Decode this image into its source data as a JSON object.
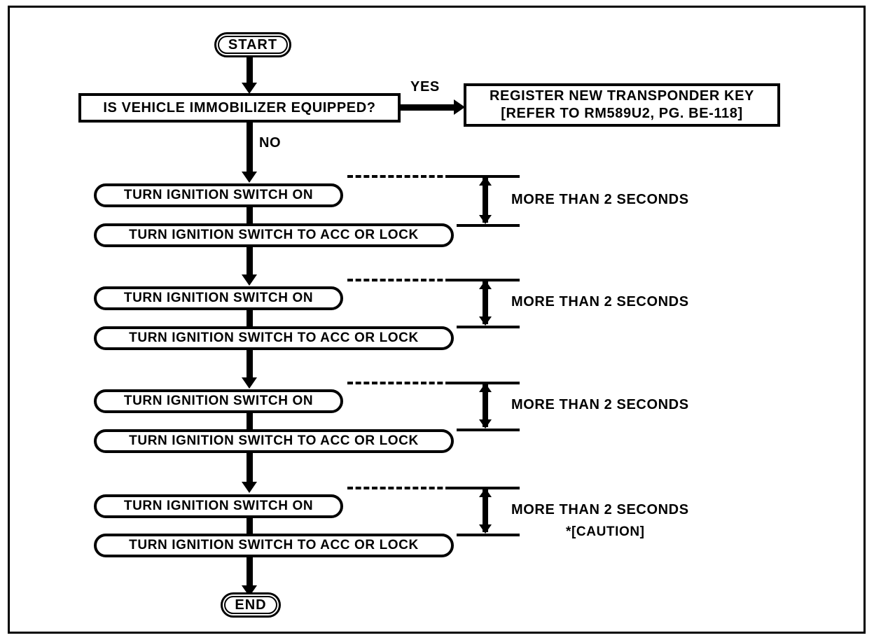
{
  "diagram": {
    "title": "Transponder Key / Ignition Switch Registration Flowchart",
    "frame_color": "#000000",
    "background_color": "#ffffff"
  },
  "nodes": {
    "start": {
      "label": "START",
      "type": "terminator"
    },
    "decision": {
      "label": "IS VEHICLE IMMOBILIZER EQUIPPED?",
      "type": "process-rect"
    },
    "register": {
      "line1": "REGISTER NEW TRANSPONDER KEY",
      "line2": "[REFER TO RM589U2, PG. BE-118]",
      "type": "process-rect"
    },
    "end": {
      "label": "END",
      "type": "terminator"
    }
  },
  "branches": {
    "yes": "YES",
    "no": "NO"
  },
  "steps": [
    {
      "on": "TURN IGNITION SWITCH ON",
      "off": "TURN IGNITION SWITCH TO ACC OR LOCK"
    },
    {
      "on": "TURN IGNITION SWITCH ON",
      "off": "TURN IGNITION SWITCH TO ACC OR LOCK"
    },
    {
      "on": "TURN IGNITION SWITCH ON",
      "off": "TURN IGNITION SWITCH TO ACC OR LOCK"
    },
    {
      "on": "TURN IGNITION SWITCH ON",
      "off": "TURN IGNITION SWITCH TO ACC OR LOCK"
    }
  ],
  "timings": [
    {
      "text": "MORE THAN 2 SECONDS",
      "note": ""
    },
    {
      "text": "MORE THAN 2 SECONDS",
      "note": ""
    },
    {
      "text": "MORE THAN 2 SECONDS",
      "note": ""
    },
    {
      "text": "MORE THAN 2 SECONDS",
      "note": "*[CAUTION]"
    }
  ]
}
